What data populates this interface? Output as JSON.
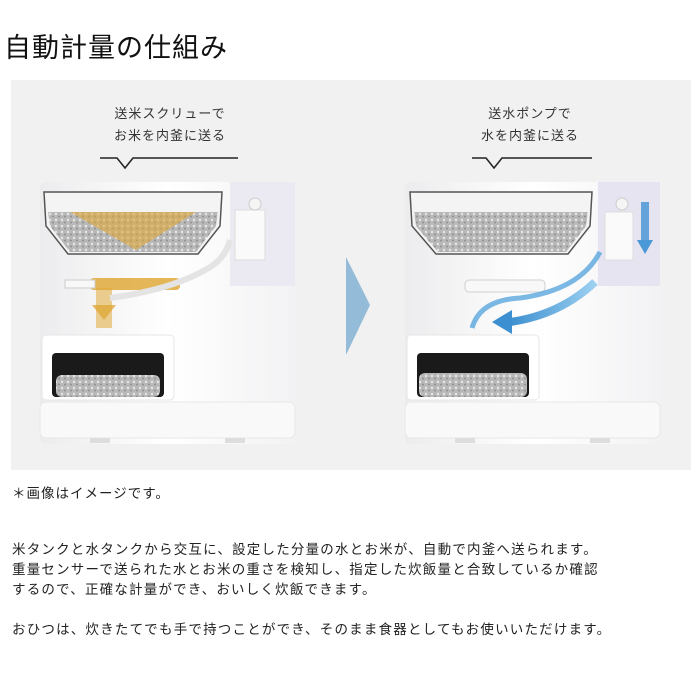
{
  "page": {
    "title": "自動計量の仕組み"
  },
  "figure": {
    "background": "#f1f1f1",
    "arrow_color": "#94bcd8",
    "left_panel": {
      "callout_line1": "送米スクリューで",
      "callout_line2": "お米を内釜に送る",
      "flow_color": "#e0a93a",
      "flow": "rice"
    },
    "right_panel": {
      "callout_line1": "送水ポンプで",
      "callout_line2": "水を内釜に送る",
      "flow_color": "#3c8fd0",
      "flow": "water"
    }
  },
  "note": "＊画像はイメージです。",
  "description": {
    "paragraph1": [
      "米タンクと水タンクから交互に、設定した分量の水とお米が、自動で内釜へ送られます。",
      "重量センサーで送られた水とお米の重さを検知し、指定した炊飯量と合致しているか確認",
      "するので、正確な計量ができ、おいしく炊飯できます。"
    ],
    "paragraph2": [
      "おひつは、炊きたてでも手で持つことができ、そのまま食器としてもお使いいただけます。"
    ]
  }
}
